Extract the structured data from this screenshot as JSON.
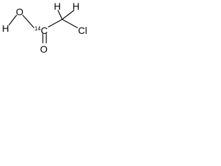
{
  "molecule": {
    "atoms": {
      "hydroxyl_h": "H",
      "hydroxyl_o": "O",
      "carbon_isotope_mass": "14",
      "carbon_symbol": "C",
      "methylene_h_left": "H",
      "methylene_h_right": "H",
      "chlorine": "Cl",
      "carbonyl_o": "O"
    }
  }
}
